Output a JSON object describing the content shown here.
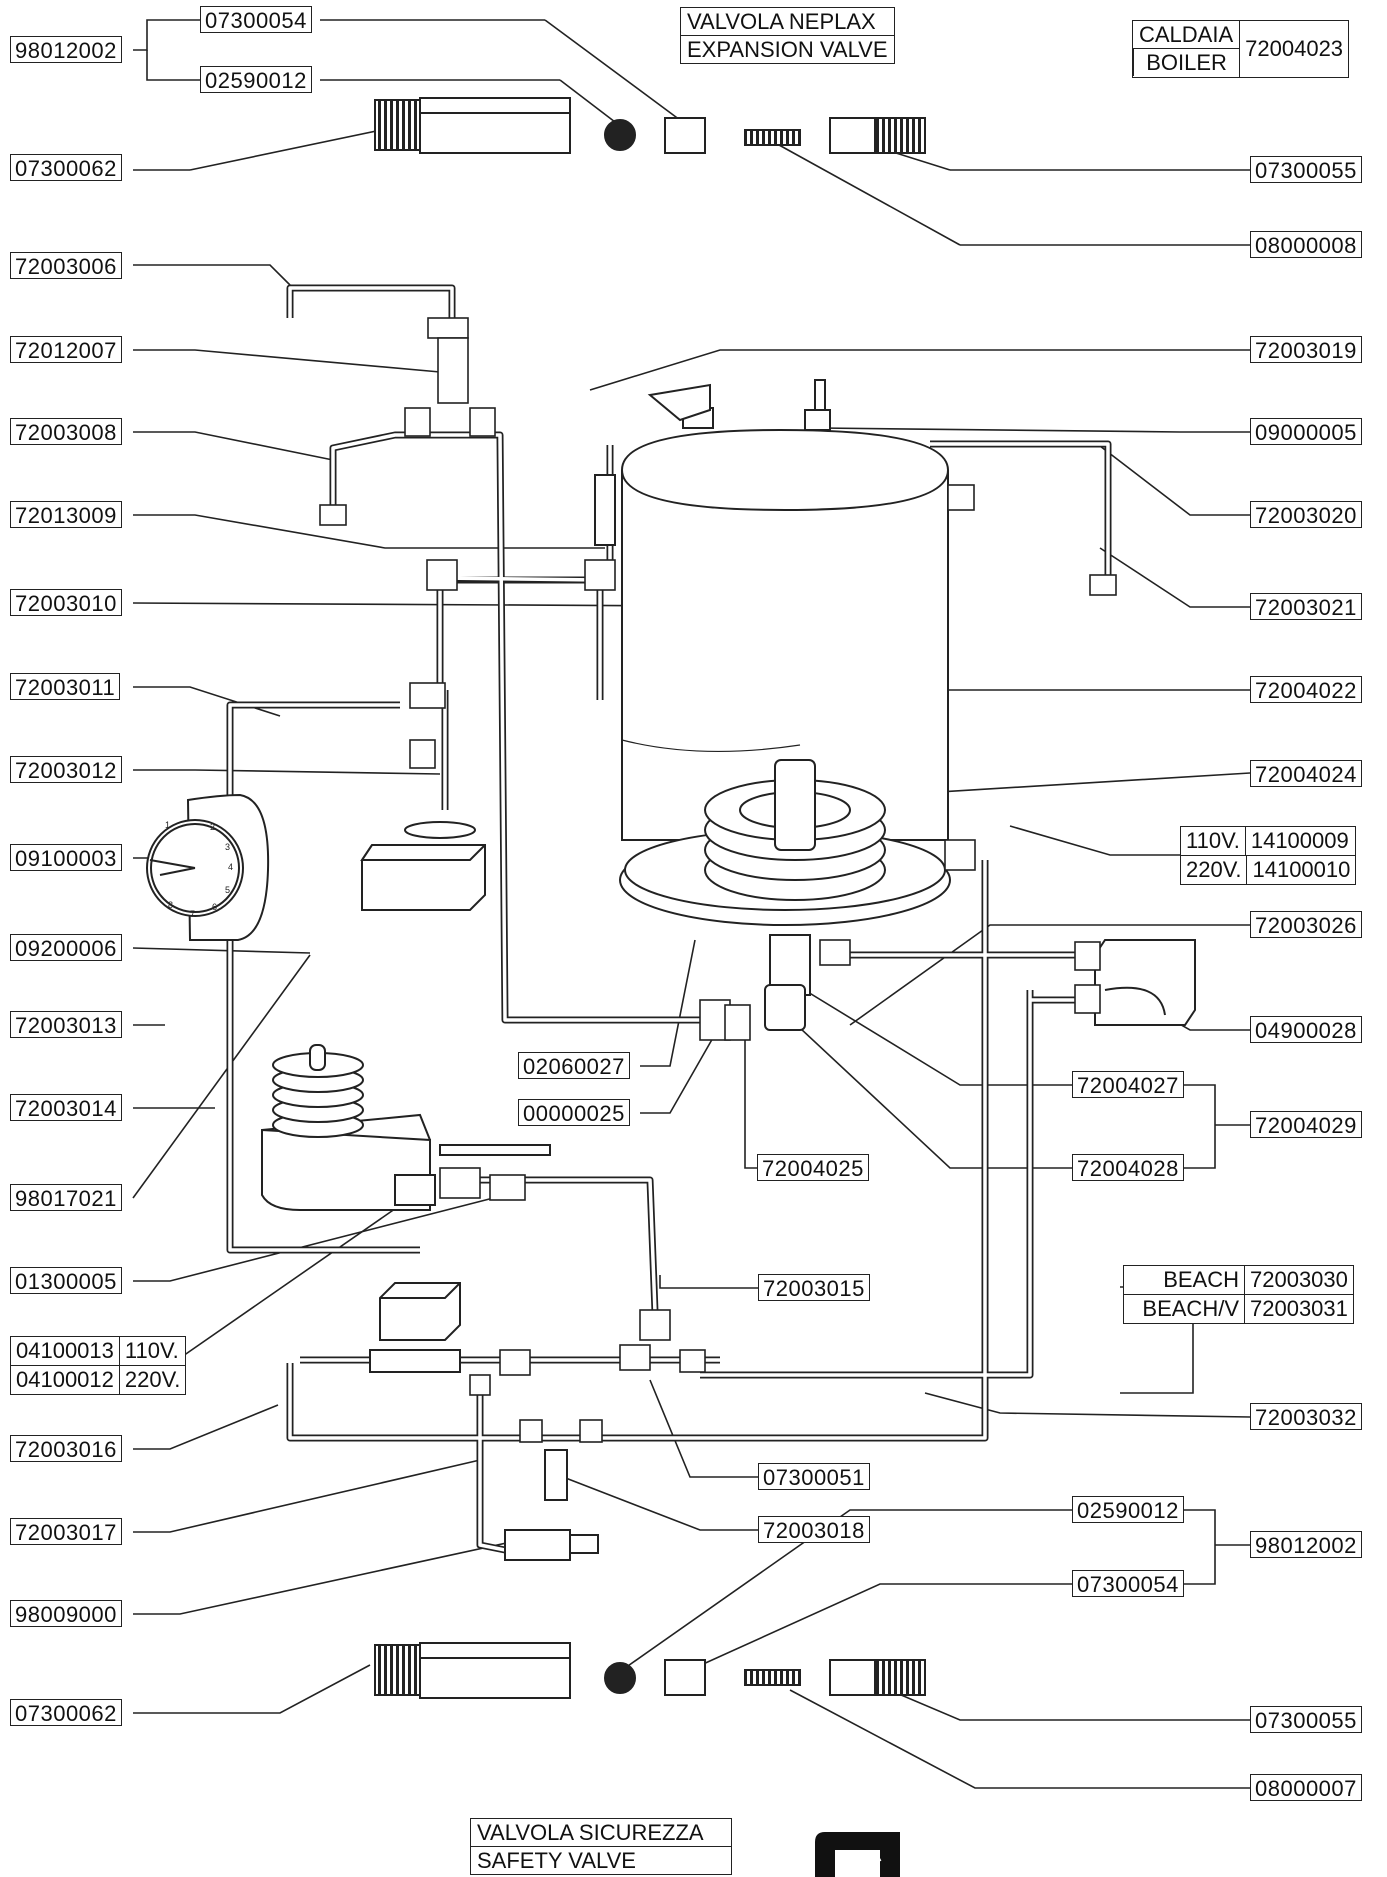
{
  "titles": {
    "expansion_it": "VALVOLA NEPLAX",
    "expansion_en": "EXPANSION VALVE",
    "boiler_it": "CALDAIA",
    "boiler_en": "BOILER",
    "boiler_code": "72004023",
    "safety_it": "VALVOLA SICUREZZA",
    "safety_en": "SAFETY VALVE"
  },
  "left_labels": [
    "98012002",
    "07300062",
    "72003006",
    "72012007",
    "72003008",
    "72013009",
    "72003010",
    "72003011",
    "72003012",
    "09100003",
    "09200006",
    "72003013",
    "72003014",
    "98017021",
    "01300005",
    "72003016",
    "72003017",
    "98009000",
    "07300062"
  ],
  "top_labels": [
    "07300054",
    "02590012"
  ],
  "right_labels": [
    "07300055",
    "08000008",
    "72003019",
    "09000005",
    "72003020",
    "72003021",
    "72004022",
    "72004024",
    "72003026",
    "04900028",
    "72004029",
    "72003032",
    "98012002",
    "07300055",
    "08000007"
  ],
  "center_labels": [
    "02060027",
    "00000025",
    "72004025",
    "72004027",
    "72004028",
    "72003015",
    "07300051",
    "72003018",
    "02590012",
    "07300054"
  ],
  "heater": {
    "v110": "110V.",
    "c110": "14100009",
    "v220": "220V.",
    "c220": "14100010"
  },
  "solenoid": {
    "c110": "04100013",
    "v110": "110V.",
    "c220": "04100012",
    "v220": "220V."
  },
  "beach": {
    "n1": "BEACH",
    "c1": "72003030",
    "n2": "BEACH/V",
    "c2": "72003031"
  }
}
